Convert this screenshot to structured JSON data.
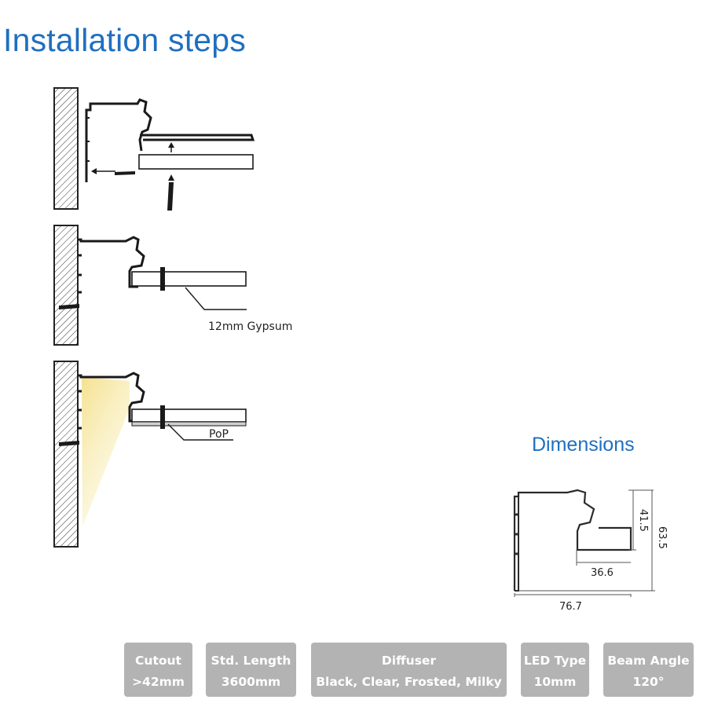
{
  "page": {
    "title": "Installation steps",
    "dimensions_title": "Dimensions"
  },
  "steps": [
    {
      "id": 1,
      "label": ""
    },
    {
      "id": 2,
      "label": "12mm Gypsum"
    },
    {
      "id": 3,
      "label": "PoP"
    }
  ],
  "dimensions": {
    "inner_height": "41.5",
    "total_height": "63.5",
    "inner_width": "36.6",
    "total_width": "76.7"
  },
  "specs": [
    {
      "label": "Cutout",
      "value": ">42mm"
    },
    {
      "label": "Std. Length",
      "value": "3600mm"
    },
    {
      "label": "Diffuser",
      "value": "Black, Clear, Frosted, Milky"
    },
    {
      "label": "LED Type",
      "value": "10mm"
    },
    {
      "label": "Beam Angle",
      "value": "120°"
    }
  ],
  "colors": {
    "title_blue": "#1f6fbf",
    "spec_box_bg": "#b3b3b3",
    "line": "#1a1a1a",
    "light_glow": "#f6e59a"
  }
}
